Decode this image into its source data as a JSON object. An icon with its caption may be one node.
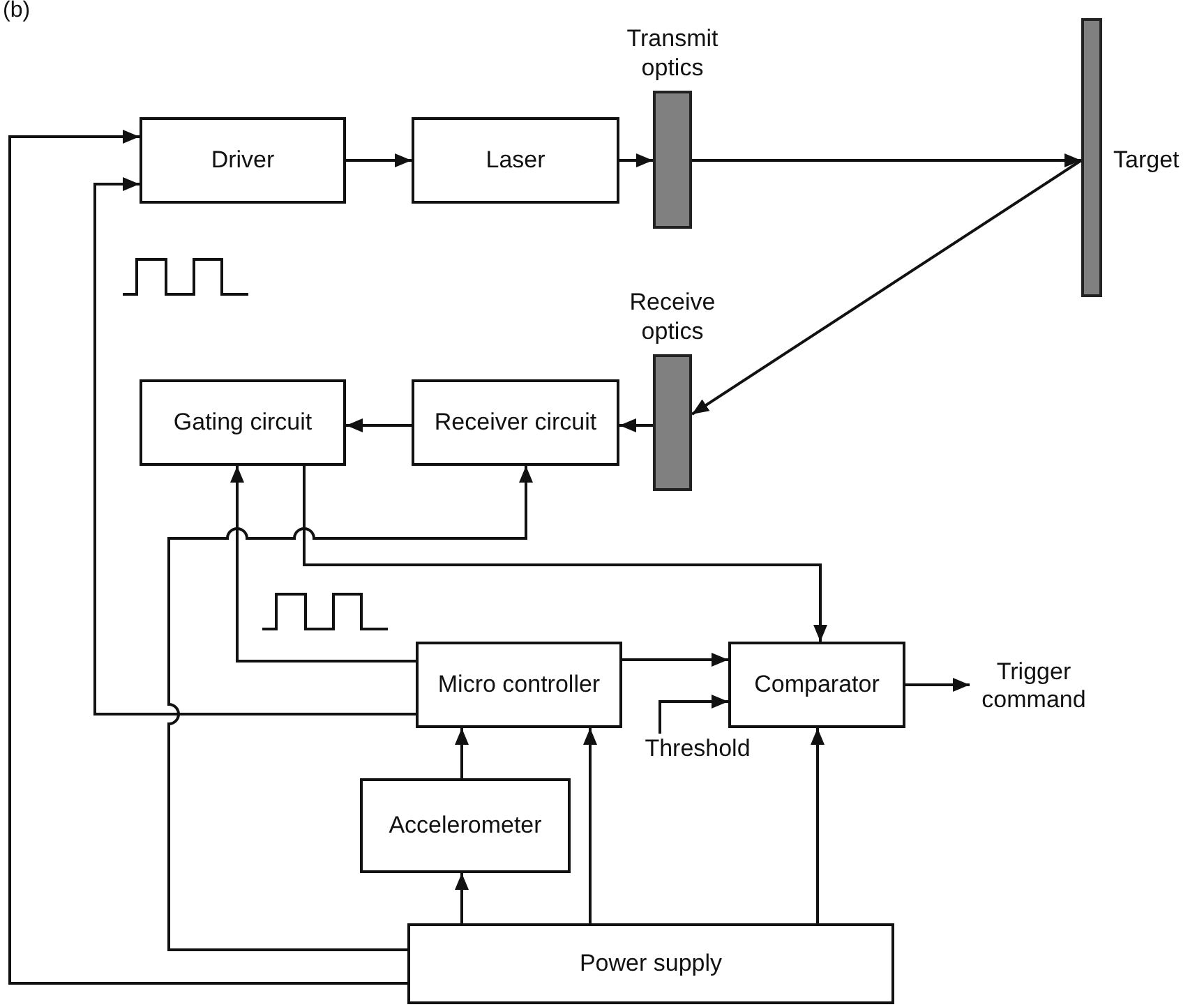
{
  "diagram": {
    "nodes": [
      {
        "text": [
          "Driver"
        ]
      },
      {
        "text": [
          "Laser"
        ]
      },
      {
        "text": [
          "Transmit optics"
        ]
      },
      {
        "text": [
          "Target"
        ]
      },
      {
        "text": [
          "Receive optics"
        ]
      },
      {
        "text": [
          "Gating circuit"
        ]
      },
      {
        "text": [
          "Receiver circuit"
        ]
      },
      {
        "text": [
          "Micro controller"
        ]
      },
      {
        "text": [
          "Comparator"
        ]
      },
      {
        "text": [
          "Accelerometer"
        ]
      },
      {
        "text": [
          "Power supply"
        ]
      },
      {
        "text": [
          "Trigger command"
        ]
      },
      {
        "text": [
          "Threshold"
        ]
      }
    ],
    "edges": [
      {
        "from": 0,
        "to": 1,
        "arrow": "to"
      },
      {
        "from": 1,
        "to": 2,
        "arrow": "to"
      },
      {
        "from": 2,
        "to": 3,
        "arrow": "to"
      },
      {
        "from": 3,
        "to": 4,
        "arrow": "to"
      },
      {
        "from": 4,
        "to": 6,
        "arrow": "to"
      },
      {
        "from": 6,
        "to": 5,
        "arrow": "to"
      },
      {
        "from": 10,
        "to": 0,
        "arrow": "to"
      },
      {
        "from": 7,
        "to": 0,
        "arrow": "to"
      },
      {
        "from": 7,
        "to": 5,
        "arrow": "to"
      },
      {
        "from": 10,
        "to": 6,
        "arrow": "to"
      },
      {
        "from": 5,
        "to": 8,
        "arrow": "to"
      },
      {
        "from": 7,
        "to": 8,
        "arrow": "to"
      },
      {
        "from": 12,
        "to": 8,
        "arrow": "to"
      },
      {
        "from": 8,
        "to": 11,
        "arrow": "to"
      },
      {
        "from": 9,
        "to": 7,
        "arrow": "to"
      },
      {
        "from": 10,
        "to": 9,
        "arrow": "to"
      },
      {
        "from": 10,
        "to": 7,
        "arrow": "to"
      },
      {
        "from": 10,
        "to": 8,
        "arrow": "to"
      }
    ],
    "labels": [
      "(b)"
    ]
  }
}
